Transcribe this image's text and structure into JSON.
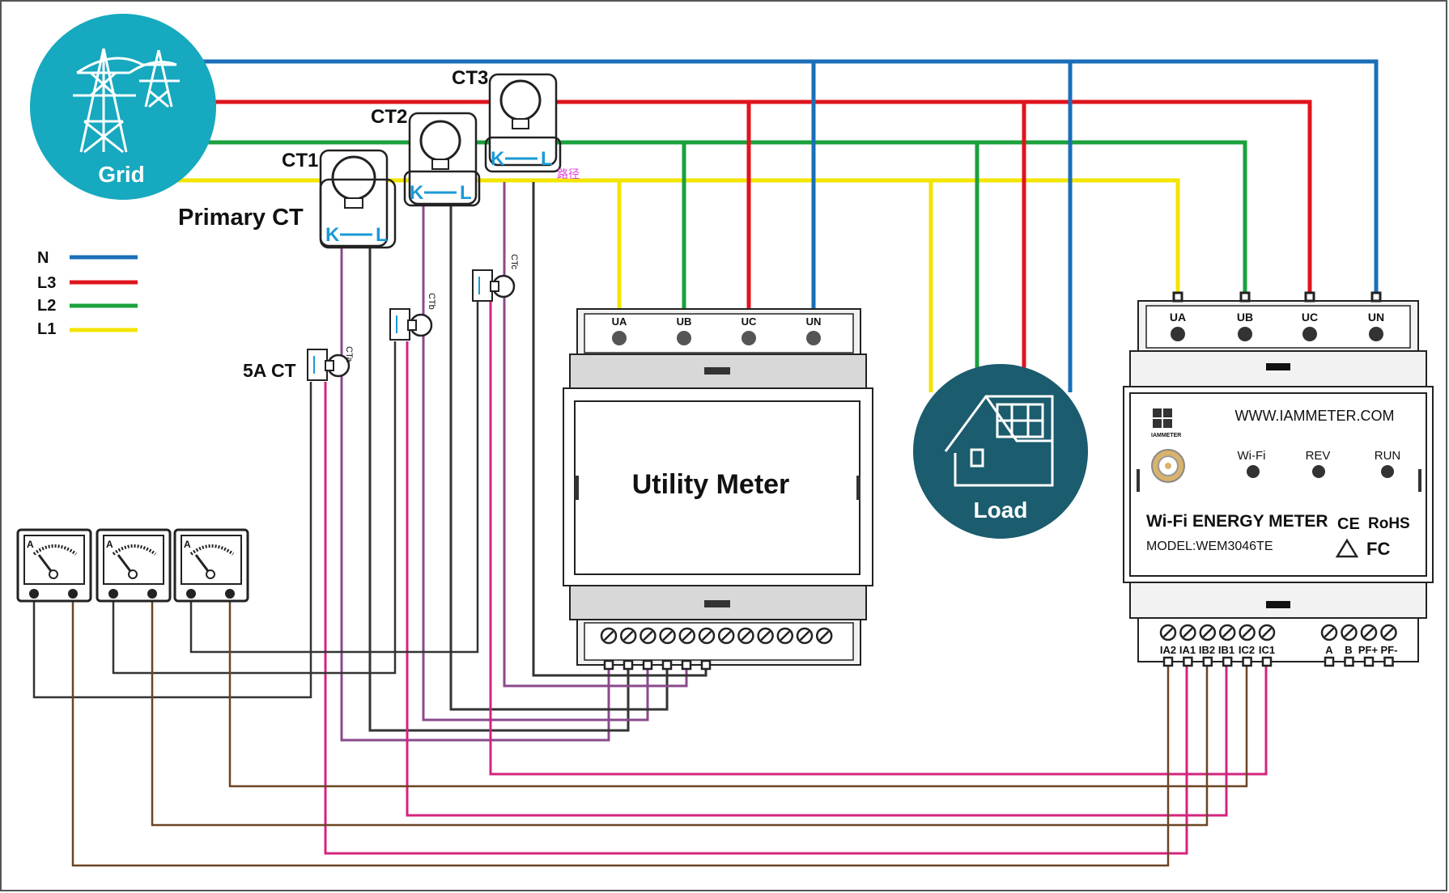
{
  "grid": {
    "label": "Grid"
  },
  "load": {
    "label": "Load"
  },
  "ct": {
    "ct1": "CT1",
    "ct2": "CT2",
    "ct3": "CT3",
    "primary": "Primary CT",
    "k": "K",
    "l": "L",
    "secondary": "5A CT",
    "cta": "CTa",
    "ctb": "CTb",
    "ctc": "CTc"
  },
  "path_note": "路径",
  "legend": [
    {
      "label": "N",
      "color": "#1a6fb8"
    },
    {
      "label": "L3",
      "color": "#e0141e"
    },
    {
      "label": "L2",
      "color": "#1aa13c"
    },
    {
      "label": "L1",
      "color": "#f2e500"
    }
  ],
  "utility_meter": {
    "title": "Utility Meter",
    "terminals": [
      "UA",
      "UB",
      "UC",
      "UN"
    ]
  },
  "wifi_meter": {
    "url": "WWW.IAMMETER.COM",
    "brand": "IAMMETER",
    "leds": [
      "Wi-Fi",
      "REV",
      "RUN"
    ],
    "name": "Wi-Fi ENERGY METER",
    "model": "MODEL:WEM3046TE",
    "ce": "CE",
    "rohs": "RoHS",
    "fc": "FC",
    "top_terminals": [
      "UA",
      "UB",
      "UC",
      "UN"
    ],
    "ct_terminals": [
      "IA2",
      "IA1",
      "IB2",
      "IB1",
      "IC2",
      "IC1"
    ],
    "comm_terminals": [
      "A",
      "B",
      "PF+",
      "PF-"
    ]
  },
  "ammeter_symbol": "A",
  "colors": {
    "n": "#1a6fb8",
    "l3": "#e0141e",
    "l2": "#1aa13c",
    "l1": "#f2e500",
    "purple": "#8a4a8c",
    "magenta": "#d4247e",
    "brown": "#6b4424",
    "teal": "#16a9bf",
    "dark_teal": "#1b5c6e"
  }
}
